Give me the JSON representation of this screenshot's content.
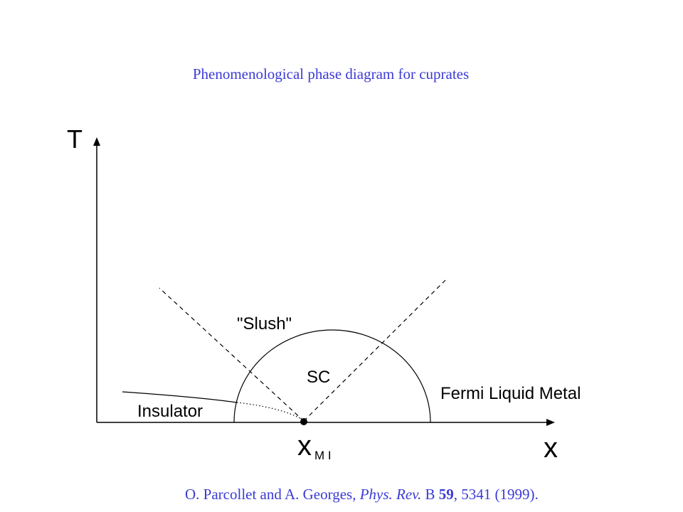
{
  "title": "Phenomenological phase diagram for cuprates",
  "diagram": {
    "axis_y_label": "T",
    "axis_x_label": "x",
    "critical_point_label_main": "x",
    "critical_point_label_sub": "M I",
    "regions": {
      "slush": "\"Slush\"",
      "sc": "SC",
      "fermi_liquid": "Fermi Liquid Metal",
      "insulator": "Insulator"
    }
  },
  "citation": {
    "authors": "O. Parcollet and A. Georges, ",
    "journal": "Phys. Rev.",
    "series": " B ",
    "volume": "59",
    "rest": ", 5341 (1999)."
  },
  "colors": {
    "text_accent": "#3b3bd6",
    "lines": "#000000"
  }
}
